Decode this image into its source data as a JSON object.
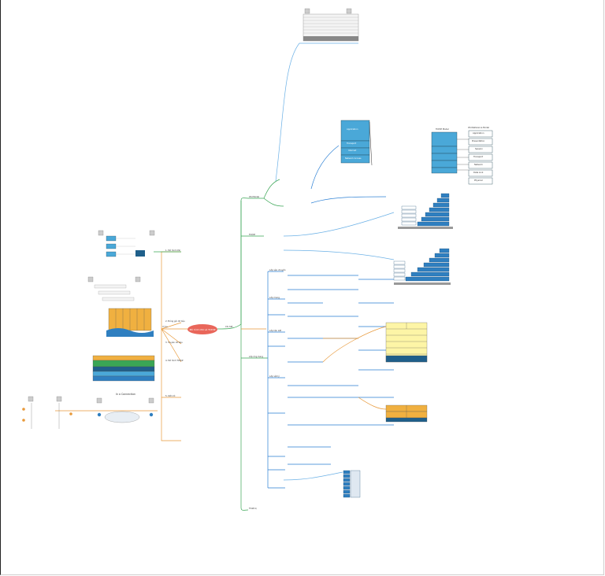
{
  "root": {
    "label": "Mô hình OSI và TCP/IP"
  },
  "left_branch": {
    "label": "Ví dụ",
    "items": [
      "1. Mô hình OSI",
      "2. Đóng gói dữ liệu",
      "3. Truyền dữ liệu",
      "4. Mô hình TCP/IP",
      "5. Kết nối"
    ]
  },
  "right_branch": {
    "label": "Chi tiết",
    "items": [
      "OSI Model",
      "TCP/IP",
      "Lớp ứng dụng",
      "Lớp vận chuyển",
      "Lớp mạng",
      "Lớp liên kết",
      "Lớp vật lý",
      "Thiết bị"
    ]
  },
  "diagram_labels": {
    "tcpip_title": "TCP/IP Model",
    "osi_title": "OSI Reference Model",
    "app": "Application",
    "pres": "Presentation",
    "sess": "Session",
    "trans": "Transport",
    "net": "Network",
    "dl": "Data Link",
    "phy": "Physical",
    "internet": "Internet",
    "nal": "Network Access",
    "conn": "In a Connection"
  },
  "colors": {
    "branch_green": "#3aa655",
    "branch_blue": "#2a7fd4",
    "branch_orange": "#e8993a",
    "root": "#e9665a"
  }
}
